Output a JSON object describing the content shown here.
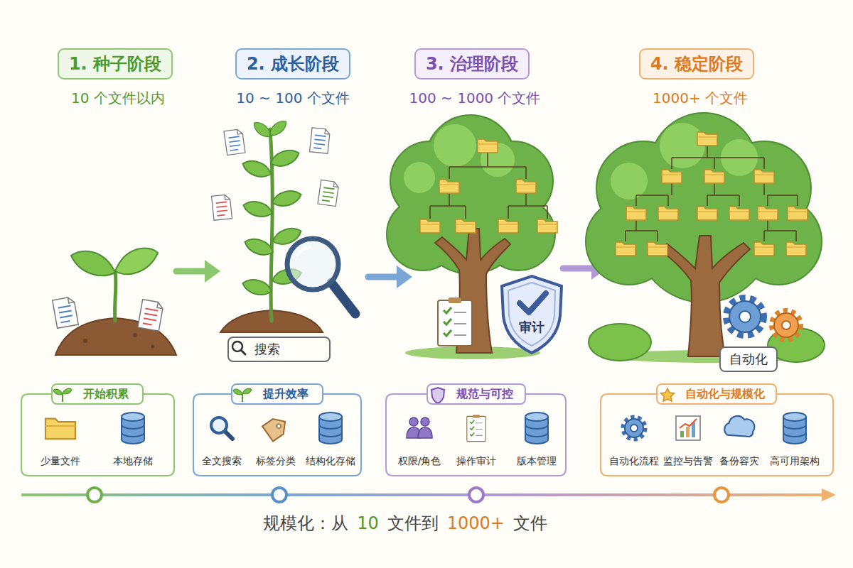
{
  "diagram": {
    "nodes": [
      {
        "text": [
          "1. 种子阶段"
        ]
      },
      {
        "text": [
          "2. 成长阶段"
        ]
      },
      {
        "text": [
          "3. 治理阶段"
        ]
      },
      {
        "text": [
          "4. 稳定阶段"
        ]
      },
      {
        "text": [
          "搜索"
        ]
      },
      {
        "text": [
          "审计"
        ]
      },
      {
        "text": [
          "自动化"
        ]
      },
      {
        "text": [
          "开始积累",
          "少量文件",
          "本地存储"
        ]
      },
      {
        "text": [
          "提升效率",
          "全文搜索",
          "标签分类",
          "结构化存储"
        ]
      },
      {
        "text": [
          "规范与可控",
          "权限/角色",
          "操作审计",
          "版本管理"
        ]
      },
      {
        "text": [
          "自动化与规模化",
          "自动化流程",
          "监控与告警",
          "备份容灾",
          "高可用架构"
        ]
      }
    ],
    "labels": [
      "10 个文件以内",
      "10 ~ 100 个文件",
      "100 ~ 1000 个文件",
      "1000+ 个文件",
      "规模化：从",
      "10",
      "文件到",
      "1000+",
      "文件"
    ]
  }
}
